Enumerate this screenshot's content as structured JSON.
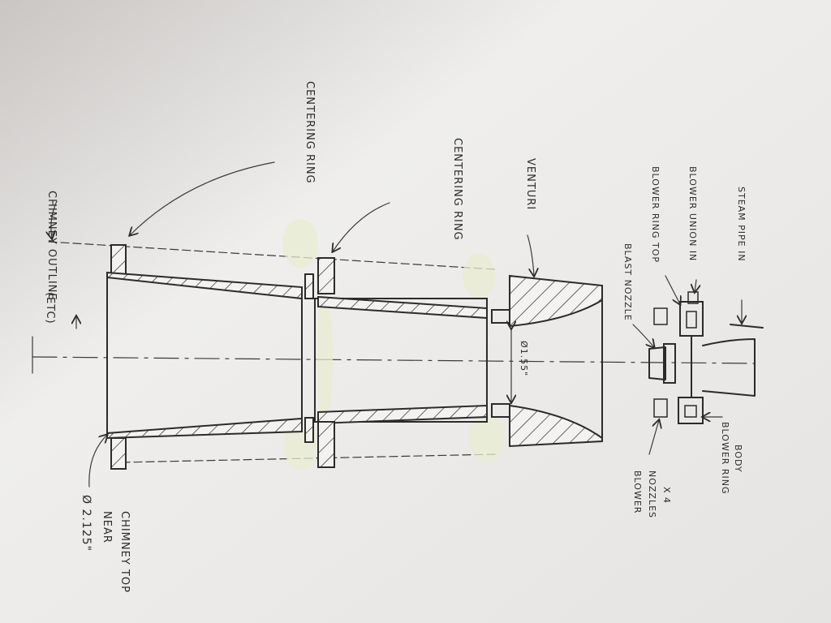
{
  "labels": {
    "chimney_outline": "CHIMNEY OUTLINE",
    "centering_ring_1": "CENTERING RING",
    "centering_ring_2": "CENTERING RING",
    "venturi": "VENTURI",
    "blast_nozzle": "BLAST NOZZLE",
    "blower_ring_top": "BLOWER RING TOP",
    "blower_union_in": "BLOWER UNION IN",
    "steam_pipe_in": "STEAM PIPE IN",
    "blower_ring_body_1": "BLOWER RING",
    "blower_ring_body_2": "BODY",
    "blower_nozzles_1": "BLOWER",
    "blower_nozzles_2": "NOZZLES",
    "blower_nozzles_3": "X 4",
    "etc": "(ETC)",
    "diameter_top_1": "Ø 2.125\"",
    "diameter_top_2": "NEAR",
    "diameter_top_3": "CHIMNEY TOP",
    "venturi_dia": "Ø1.55\""
  }
}
